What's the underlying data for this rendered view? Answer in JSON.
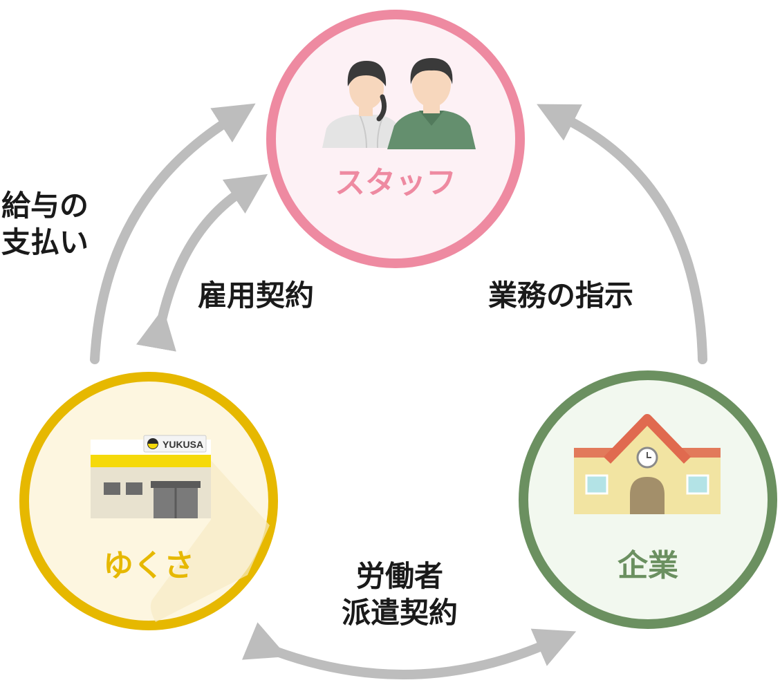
{
  "nodes": {
    "staff": {
      "label": "スタッフ",
      "fill": "#fdf1f5",
      "stroke": "#ee8aa1",
      "text_color": "#ee8aa1"
    },
    "yukusa": {
      "label": "ゆくさ",
      "fill": "#fdf6e0",
      "stroke": "#e6b800",
      "text_color": "#e6b800",
      "sign": "YUKUSA"
    },
    "company": {
      "label": "企業",
      "fill": "#f2f8ef",
      "stroke": "#6b9060",
      "text_color": "#6b9060"
    }
  },
  "relations": {
    "salary": {
      "line1": "給与の",
      "line2": "支払い"
    },
    "employment": {
      "label": "雇用契約"
    },
    "instruction": {
      "label": "業務の指示"
    },
    "dispatch": {
      "line1": "労働者",
      "line2": "派遣契約"
    }
  },
  "colors": {
    "arrow": "#bdbdbd",
    "label": "#1a1a1a"
  }
}
